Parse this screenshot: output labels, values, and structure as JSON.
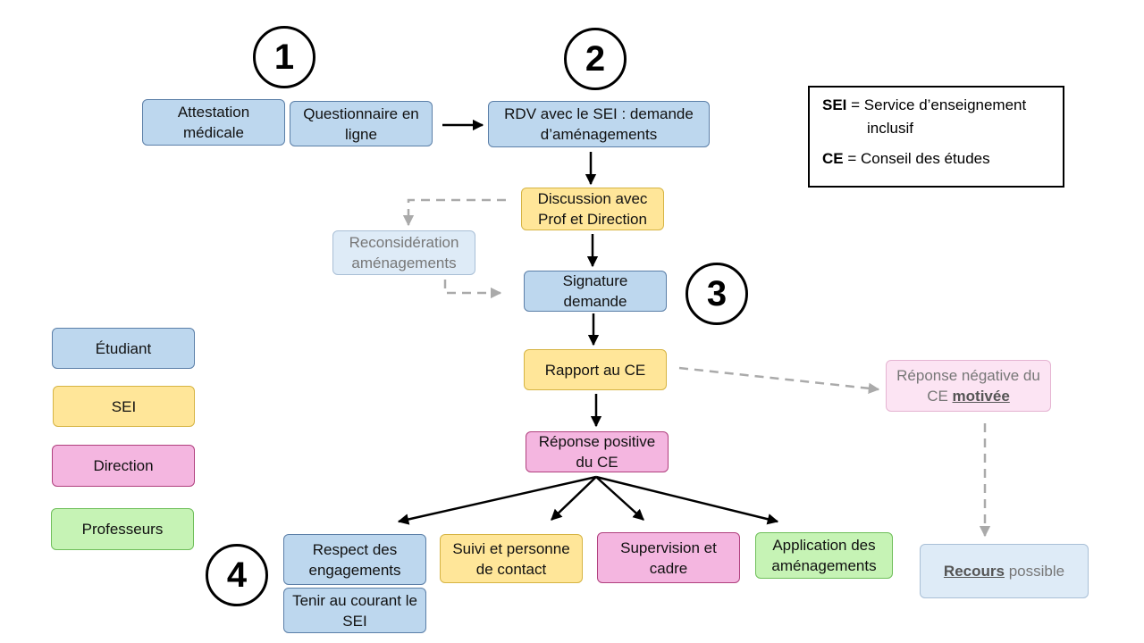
{
  "numbers": [
    "1",
    "2",
    "3",
    "4"
  ],
  "boxes": {
    "attestation": "Attestation médicale",
    "questionnaire": "Questionnaire en ligne",
    "rdv": "RDV avec le SEI : demande d’aménagements",
    "discussion": "Discussion avec Prof et Direction",
    "reconsideration": "Reconsidération aménagements",
    "signature": "Signature demande",
    "rapport": "Rapport au CE",
    "reponse_positive": "Réponse positive du CE",
    "reponse_negative_prefix": "Réponse négative du CE",
    "reponse_negative_emph": "motivée",
    "respect": "Respect des engagements",
    "tenir": "Tenir au courant le SEI",
    "suivi": "Suivi et personne de contact",
    "supervision": "Supervision et cadre",
    "application": "Application des aménagements",
    "recours_emph": "Recours",
    "recours_suffix": "possible"
  },
  "roles": {
    "etudiant": "Étudiant",
    "sei": "SEI",
    "direction": "Direction",
    "professeurs": "Professeurs"
  },
  "glossary": {
    "sei_abbr": "SEI",
    "sei_def_line1": "= Service d’enseignement",
    "sei_def_line2": "inclusif",
    "ce_abbr": "CE",
    "ce_def": "= Conseil des études"
  },
  "colors": {
    "etudiant": "#bdd7ee",
    "sei": "#ffe699",
    "direction": "#f4b6e0",
    "professeurs": "#c6f3b5"
  }
}
